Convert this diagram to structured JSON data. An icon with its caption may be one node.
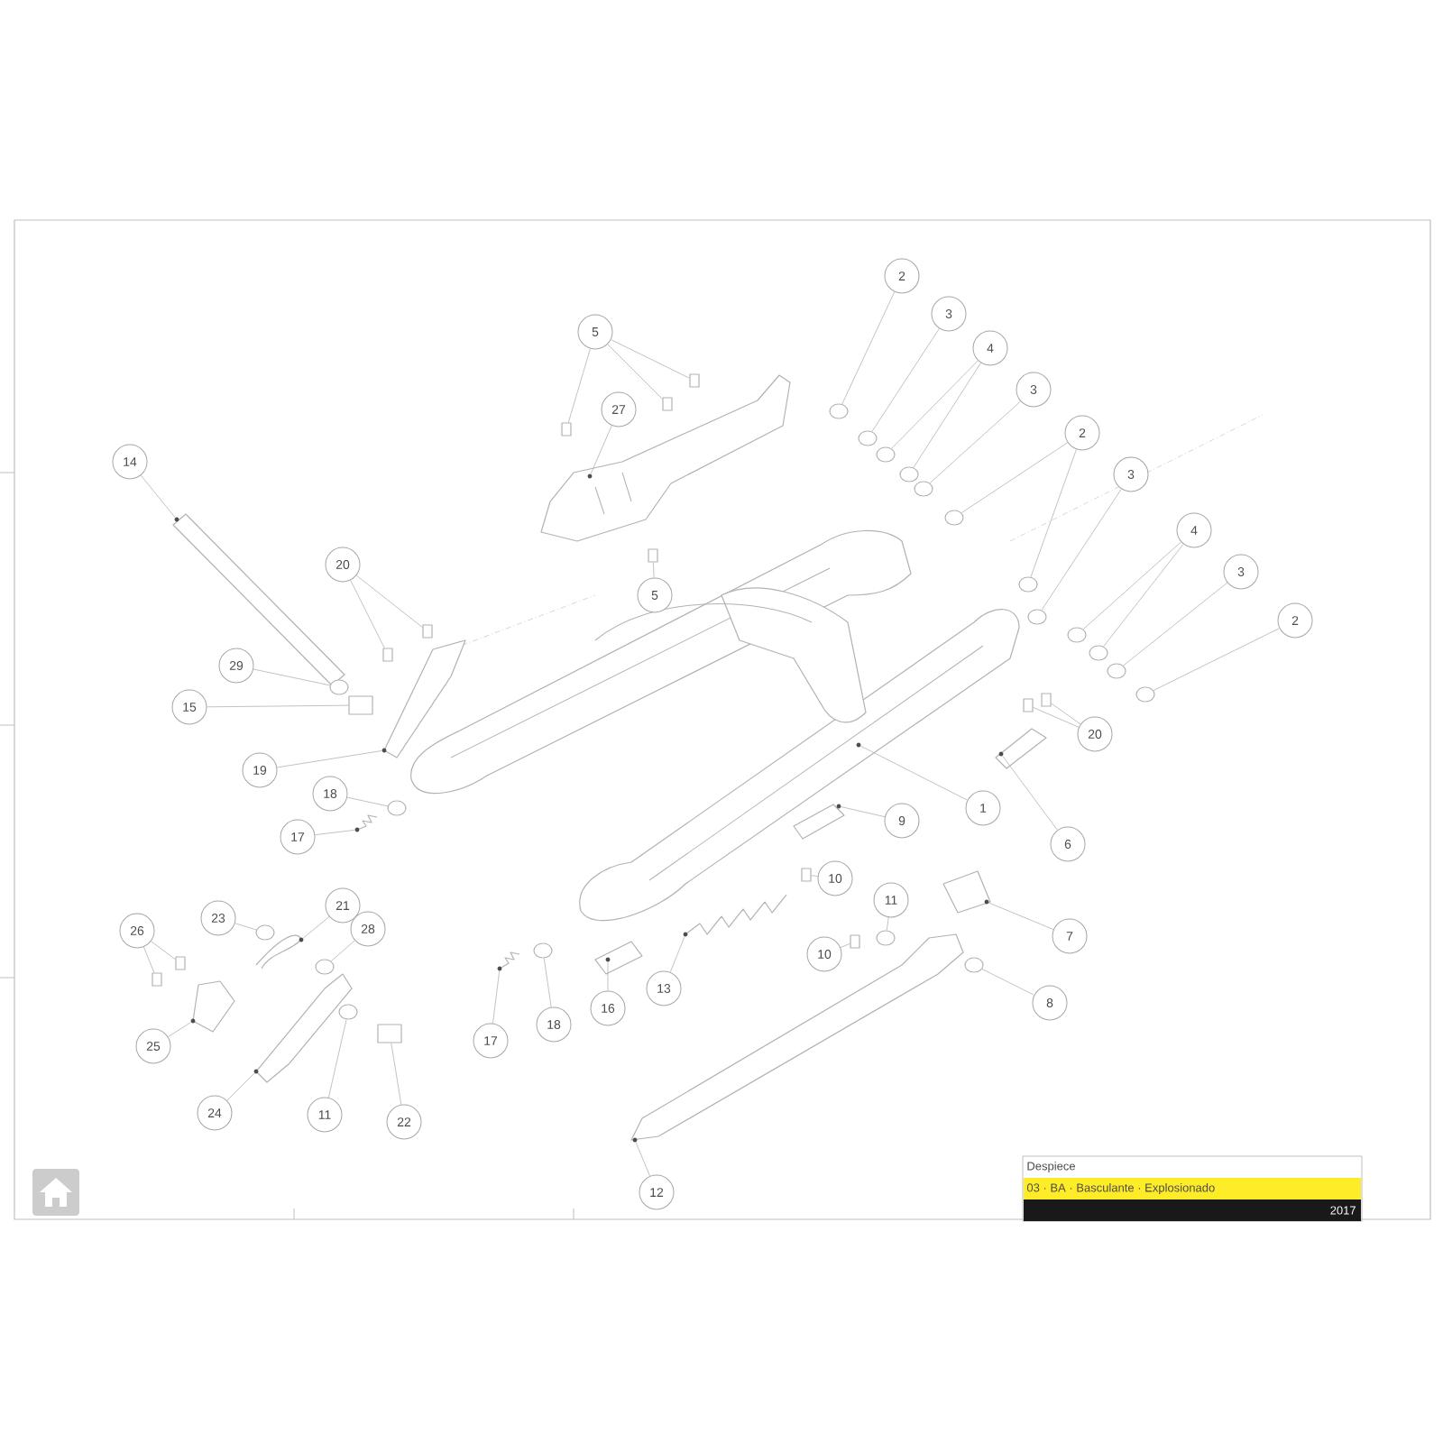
{
  "diagram": {
    "nodes": [
      {
        "text": [
          "2"
        ]
      },
      {
        "text": [
          "3"
        ]
      },
      {
        "text": [
          "4"
        ]
      },
      {
        "text": [
          "3"
        ]
      },
      {
        "text": [
          "2"
        ]
      },
      {
        "text": [
          "3"
        ]
      },
      {
        "text": [
          "4"
        ]
      },
      {
        "text": [
          "3"
        ]
      },
      {
        "text": [
          "2"
        ]
      },
      {
        "text": [
          "5"
        ]
      },
      {
        "text": [
          "27"
        ]
      },
      {
        "text": [
          "5"
        ]
      },
      {
        "text": [
          "14"
        ]
      },
      {
        "text": [
          "20"
        ]
      },
      {
        "text": [
          "29"
        ]
      },
      {
        "text": [
          "15"
        ]
      },
      {
        "text": [
          "19"
        ]
      },
      {
        "text": [
          "18"
        ]
      },
      {
        "text": [
          "17"
        ]
      },
      {
        "text": [
          "20"
        ]
      },
      {
        "text": [
          "1"
        ]
      },
      {
        "text": [
          "6"
        ]
      },
      {
        "text": [
          "9"
        ]
      },
      {
        "text": [
          "10"
        ]
      },
      {
        "text": [
          "11"
        ]
      },
      {
        "text": [
          "10"
        ]
      },
      {
        "text": [
          "7"
        ]
      },
      {
        "text": [
          "8"
        ]
      },
      {
        "text": [
          "23"
        ]
      },
      {
        "text": [
          "21"
        ]
      },
      {
        "text": [
          "28"
        ]
      },
      {
        "text": [
          "26"
        ]
      },
      {
        "text": [
          "25"
        ]
      },
      {
        "text": [
          "24"
        ]
      },
      {
        "text": [
          "11"
        ]
      },
      {
        "text": [
          "22"
        ]
      },
      {
        "text": [
          "17"
        ]
      },
      {
        "text": [
          "18"
        ]
      },
      {
        "text": [
          "16"
        ]
      },
      {
        "text": [
          "13"
        ]
      },
      {
        "text": [
          "12"
        ]
      },
      {
        "text": [],
        "shape": "circle"
      },
      {
        "text": [],
        "shape": "circle"
      },
      {
        "text": [],
        "shape": "circle"
      },
      {
        "text": [],
        "shape": "circle"
      },
      {
        "text": [],
        "shape": "circle"
      },
      {
        "text": [],
        "shape": "circle"
      },
      {
        "text": [],
        "shape": "circle"
      },
      {
        "text": [],
        "shape": "circle"
      },
      {
        "text": [],
        "shape": "circle"
      },
      {
        "text": [],
        "shape": "circle"
      },
      {
        "text": [],
        "shape": "circle"
      },
      {
        "text": [],
        "shape": "circle"
      },
      {
        "text": [],
        "shape": "box"
      },
      {
        "text": [],
        "shape": "box"
      },
      {
        "text": [],
        "shape": "box"
      },
      {
        "text": [],
        "shape": "circle"
      },
      {
        "text": [],
        "shape": "box"
      },
      {
        "text": [],
        "shape": "circle"
      },
      {
        "text": [],
        "shape": "box"
      },
      {
        "text": [],
        "shape": "box"
      },
      {
        "text": [],
        "shape": "circle"
      },
      {
        "text": [],
        "shape": "box"
      },
      {
        "text": [],
        "shape": "circle"
      },
      {
        "text": [],
        "shape": "circle"
      },
      {
        "text": [],
        "shape": "circle"
      },
      {
        "text": [],
        "shape": "box"
      },
      {
        "text": [],
        "shape": "box"
      },
      {
        "text": [],
        "shape": "circle"
      },
      {
        "text": [],
        "shape": "circle"
      },
      {
        "text": [],
        "shape": "circle"
      },
      {
        "text": [],
        "shape": "box"
      },
      {
        "text": [],
        "shape": "circle"
      },
      {
        "text": [],
        "shape": "box"
      },
      {
        "text": [],
        "shape": "circle"
      },
      {
        "text": [],
        "shape": "circle"
      },
      {
        "text": [],
        "shape": "circle"
      },
      {
        "text": [],
        "shape": "circle"
      },
      {
        "text": [],
        "shape": "circle"
      },
      {
        "text": [],
        "shape": "box"
      },
      {
        "text": [],
        "shape": "box"
      },
      {
        "text": [],
        "shape": "circle"
      },
      {
        "text": [],
        "shape": "circle"
      },
      {
        "text": [],
        "shape": "circle"
      },
      {
        "text": [],
        "shape": "box"
      },
      {
        "text": [],
        "shape": "circle"
      },
      {
        "text": [],
        "shape": "circle"
      },
      {
        "text": [],
        "shape": "circle"
      },
      {
        "text": [],
        "shape": "circle"
      },
      {
        "text": [],
        "shape": "circle"
      }
    ],
    "edges": [
      {
        "from": 0,
        "to": 41,
        "arrow": "none"
      },
      {
        "from": 1,
        "to": 42,
        "arrow": "none"
      },
      {
        "from": 2,
        "to": 43,
        "arrow": "none"
      },
      {
        "from": 2,
        "to": 44,
        "arrow": "none"
      },
      {
        "from": 3,
        "to": 45,
        "arrow": "none"
      },
      {
        "from": 4,
        "to": 46,
        "arrow": "none"
      },
      {
        "from": 4,
        "to": 47,
        "arrow": "none"
      },
      {
        "from": 5,
        "to": 48,
        "arrow": "none"
      },
      {
        "from": 6,
        "to": 49,
        "arrow": "none"
      },
      {
        "from": 6,
        "to": 50,
        "arrow": "none"
      },
      {
        "from": 7,
        "to": 51,
        "arrow": "none"
      },
      {
        "from": 8,
        "to": 52,
        "arrow": "none"
      },
      {
        "from": 9,
        "to": 53,
        "arrow": "none"
      },
      {
        "from": 9,
        "to": 54,
        "arrow": "none"
      },
      {
        "from": 9,
        "to": 55,
        "arrow": "none"
      },
      {
        "from": 10,
        "to": 56,
        "arrow": "none"
      },
      {
        "from": 11,
        "to": 57,
        "arrow": "none"
      },
      {
        "from": 12,
        "to": 58,
        "arrow": "none"
      },
      {
        "from": 13,
        "to": 59,
        "arrow": "none"
      },
      {
        "from": 13,
        "to": 60,
        "arrow": "none"
      },
      {
        "from": 14,
        "to": 61,
        "arrow": "none"
      },
      {
        "from": 15,
        "to": 62,
        "arrow": "none"
      },
      {
        "from": 16,
        "to": 63,
        "arrow": "none"
      },
      {
        "from": 17,
        "to": 64,
        "arrow": "none"
      },
      {
        "from": 18,
        "to": 65,
        "arrow": "none"
      },
      {
        "from": 19,
        "to": 66,
        "arrow": "none"
      },
      {
        "from": 19,
        "to": 67,
        "arrow": "none"
      },
      {
        "from": 20,
        "to": 68,
        "arrow": "none"
      },
      {
        "from": 21,
        "to": 69,
        "arrow": "none"
      },
      {
        "from": 22,
        "to": 70,
        "arrow": "none"
      },
      {
        "from": 23,
        "to": 71,
        "arrow": "none"
      },
      {
        "from": 24,
        "to": 72,
        "arrow": "none"
      },
      {
        "from": 25,
        "to": 73,
        "arrow": "none"
      },
      {
        "from": 26,
        "to": 74,
        "arrow": "none"
      },
      {
        "from": 27,
        "to": 75,
        "arrow": "none"
      },
      {
        "from": 28,
        "to": 76,
        "arrow": "none"
      },
      {
        "from": 29,
        "to": 77,
        "arrow": "none"
      },
      {
        "from": 30,
        "to": 78,
        "arrow": "none"
      },
      {
        "from": 31,
        "to": 79,
        "arrow": "none"
      },
      {
        "from": 31,
        "to": 80,
        "arrow": "none"
      },
      {
        "from": 32,
        "to": 81,
        "arrow": "none"
      },
      {
        "from": 33,
        "to": 82,
        "arrow": "none"
      },
      {
        "from": 34,
        "to": 83,
        "arrow": "none"
      },
      {
        "from": 35,
        "to": 84,
        "arrow": "none"
      },
      {
        "from": 36,
        "to": 85,
        "arrow": "none"
      },
      {
        "from": 37,
        "to": 86,
        "arrow": "none"
      },
      {
        "from": 38,
        "to": 87,
        "arrow": "none"
      },
      {
        "from": 39,
        "to": 88,
        "arrow": "none"
      },
      {
        "from": 40,
        "to": 89,
        "arrow": "none"
      }
    ],
    "labels": [
      "Despiece",
      "03 · BA · Basculante · Explosionado",
      "2017"
    ]
  }
}
